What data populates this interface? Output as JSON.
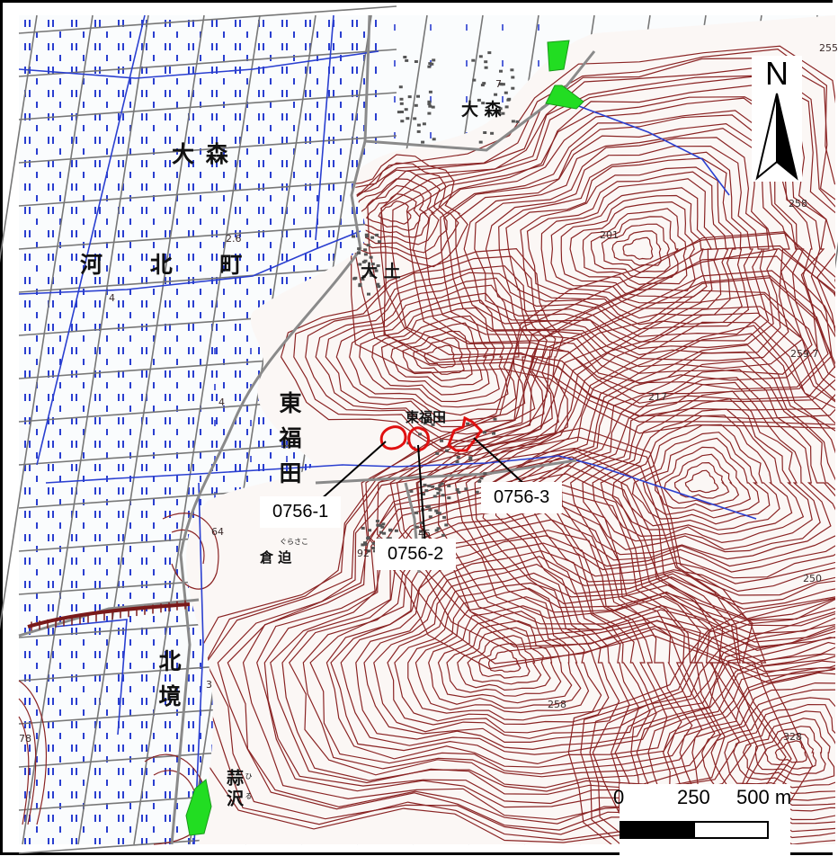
{
  "map": {
    "place_labels": {
      "omori_west": "大 森",
      "kahoku_town": "河 北 町",
      "omori_north": "大 森",
      "ododo": "大 土",
      "higashifukuda_vertical": "東福田",
      "higashifukuda_village": "東福田",
      "kurasako": "倉 迫",
      "kurasako_ruby": "ぐらさこ",
      "kitazakai_vertical": "北境",
      "hiruzawa_vertical": "蒜沢",
      "hiruzawa_ruby": "ひる"
    },
    "elevations": [
      "255",
      "258",
      "201",
      "259.7",
      "217",
      "2.6",
      "4",
      "4",
      "64",
      "92",
      "250",
      "258",
      "328",
      "3",
      "78",
      "7",
      "45"
    ],
    "callouts": [
      "0756-1",
      "0756-2",
      "0756-3"
    ],
    "north_arrow_label": "N",
    "scale_bar": {
      "ticks": [
        "0",
        "250",
        "500 m"
      ]
    },
    "colors": {
      "contour": "#8a2424",
      "water": "#2a3fd0",
      "road": "#8a8a8a",
      "site_outline": "#e01010",
      "green_area": "#22dd22",
      "rice_symbol": "#2a3fd0"
    },
    "sites": [
      {
        "id": "0756-1",
        "shape": "polygon-outline",
        "color": "#e01010"
      },
      {
        "id": "0756-2",
        "shape": "polygon-outline",
        "color": "#e01010"
      },
      {
        "id": "0756-3",
        "shape": "polygon-outline",
        "color": "#e01010"
      }
    ]
  }
}
